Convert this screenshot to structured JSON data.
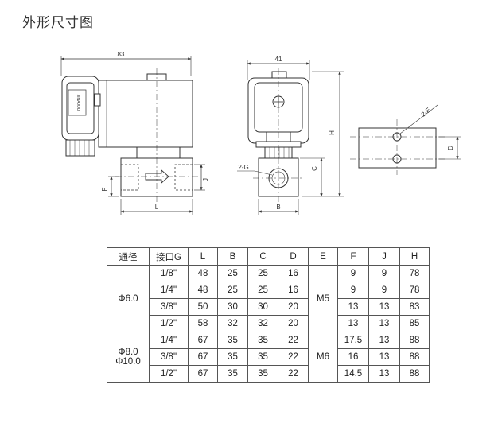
{
  "title": "外形尺寸图",
  "drawing": {
    "front_width": "83",
    "side_width": "41",
    "side_height": "H",
    "side_c": "C",
    "side_b": "B",
    "side_port": "2-G",
    "front_l": "L",
    "front_f": "F",
    "front_j": "J",
    "top_d": "D",
    "top_holes": "2-E",
    "coil_label": "JINAJOU"
  },
  "table": {
    "headers": [
      "通径",
      "接口G",
      "L",
      "B",
      "C",
      "D",
      "E",
      "F",
      "J",
      "H"
    ],
    "groups": [
      {
        "diameter": "Φ6.0",
        "diameter2": "",
        "e": "M5",
        "rows": [
          {
            "g": "1/8\"",
            "l": "48",
            "b": "25",
            "c": "25",
            "d": "16",
            "f": "9",
            "j": "9",
            "h": "78"
          },
          {
            "g": "1/4\"",
            "l": "48",
            "b": "25",
            "c": "25",
            "d": "16",
            "f": "9",
            "j": "9",
            "h": "78"
          },
          {
            "g": "3/8\"",
            "l": "50",
            "b": "30",
            "c": "30",
            "d": "20",
            "f": "13",
            "j": "13",
            "h": "83"
          },
          {
            "g": "1/2\"",
            "l": "58",
            "b": "32",
            "c": "32",
            "d": "20",
            "f": "13",
            "j": "13",
            "h": "85"
          }
        ]
      },
      {
        "diameter": "Φ8.0",
        "diameter2": "Φ10.0",
        "e": "M6",
        "rows": [
          {
            "g": "1/4\"",
            "l": "67",
            "b": "35",
            "c": "35",
            "d": "22",
            "f": "17.5",
            "j": "13",
            "h": "88"
          },
          {
            "g": "3/8\"",
            "l": "67",
            "b": "35",
            "c": "35",
            "d": "22",
            "f": "16",
            "j": "13",
            "h": "88"
          },
          {
            "g": "1/2\"",
            "l": "67",
            "b": "35",
            "c": "35",
            "d": "22",
            "f": "14.5",
            "j": "13",
            "h": "88"
          }
        ]
      }
    ]
  }
}
